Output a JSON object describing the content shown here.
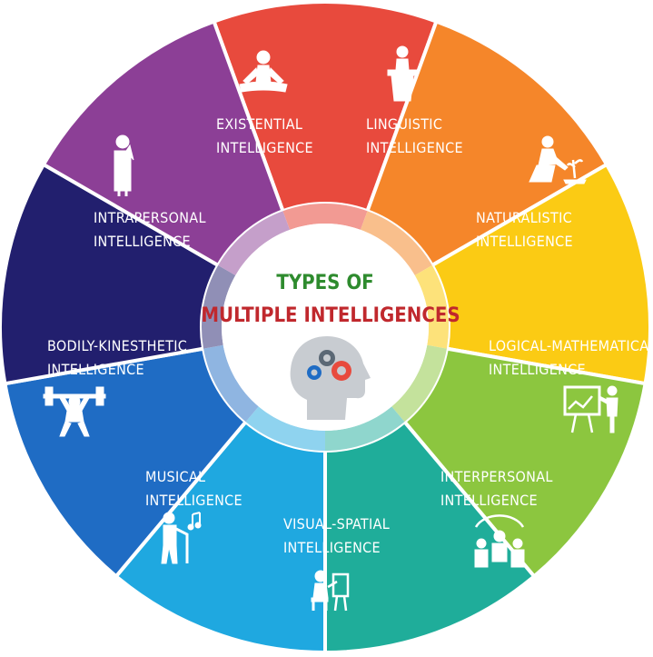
{
  "center": {
    "title_line1": "TYPES OF",
    "title_line2": "MULTIPLE INTELLIGENCES",
    "title_line1_color": "#2e8b2e",
    "title_line2_color": "#c0282d",
    "icon": "head-gears-icon"
  },
  "segments": [
    {
      "line1": "EXISTENTIAL",
      "line2": "INTELLIGENCE",
      "color": "#e84a3d",
      "inner_color": "#f29a93",
      "icon": "meditation-icon"
    },
    {
      "line1": "LINGUISTIC",
      "line2": "INTELLIGENCE",
      "color": "#f5862a",
      "inner_color": "#f9bf8c",
      "icon": "podium-speaker-icon"
    },
    {
      "line1": "NATURALISTIC",
      "line2": "INTELLIGENCE",
      "color": "#fbcb14",
      "inner_color": "#fde27a",
      "icon": "gardener-planting-icon"
    },
    {
      "line1": "LOGICAL-MATHEMATICAL",
      "line2": "INTELLIGENCE",
      "color": "#8cc63f",
      "inner_color": "#c4e29c",
      "icon": "presentation-board-icon"
    },
    {
      "line1": "INTERPERSONAL",
      "line2": "INTELLIGENCE",
      "color": "#1fad9a",
      "inner_color": "#8fd6cd",
      "icon": "group-people-icon"
    },
    {
      "line1": "VISUAL-SPATIAL",
      "line2": "INTELLIGENCE",
      "color": "#1fa8e0",
      "inner_color": "#8fd3ef",
      "icon": "person-drawing-icon"
    },
    {
      "line1": "MUSICAL",
      "line2": "INTELLIGENCE",
      "color": "#1f6cc4",
      "inner_color": "#8fb5e1",
      "icon": "violinist-music-icon"
    },
    {
      "line1": "BODILY-KINESTHETIC",
      "line2": "INTELLIGENCE",
      "color": "#221f6e",
      "inner_color": "#908fb6",
      "icon": "weightlifter-icon"
    },
    {
      "line1": "INTRAPERSONAL",
      "line2": "INTELLIGENCE",
      "color": "#8c3f96",
      "inner_color": "#c59fca",
      "icon": "thinking-person-icon"
    }
  ]
}
